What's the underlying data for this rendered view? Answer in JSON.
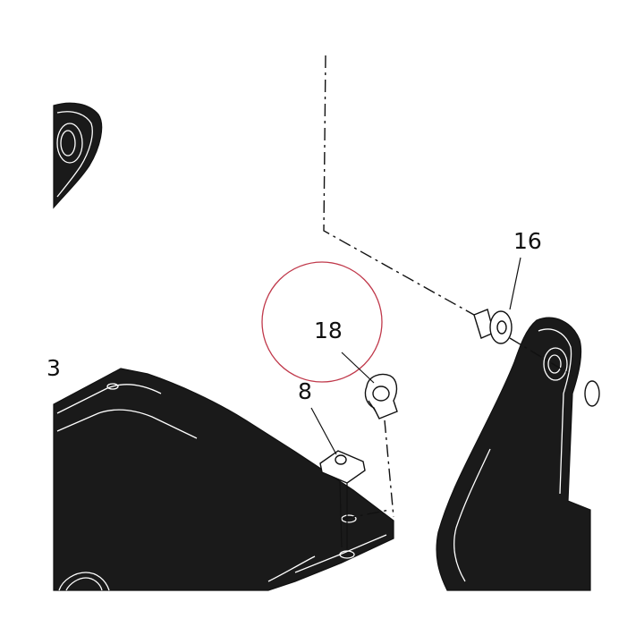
{
  "callouts": {
    "part_16": "16",
    "part_18": "18",
    "part_8": "8",
    "part_edge_left": "3"
  },
  "colors": {
    "ink": "#111111",
    "panel_fill": "#1a1a1a",
    "highlight_circle": "#c0394b",
    "background": "#ffffff"
  }
}
